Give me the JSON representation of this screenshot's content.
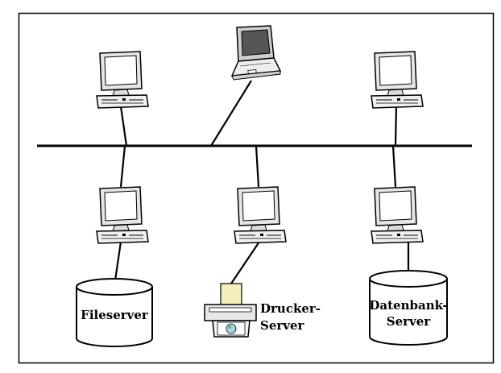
{
  "labels": {
    "fileserver": "Fileserver",
    "drucker_line1": "Drucker-",
    "drucker_line2": "Server",
    "datenbank_line1": "Datenbank-",
    "datenbank_line2": "Server"
  },
  "icons": [
    "desktop-computer-icon",
    "laptop-icon",
    "printer-icon",
    "database-cylinder-icon"
  ],
  "colors": {
    "stroke": "#000000",
    "screen": "#ffffff",
    "case": "#f2f2f2",
    "paper": "#f4eebb"
  }
}
